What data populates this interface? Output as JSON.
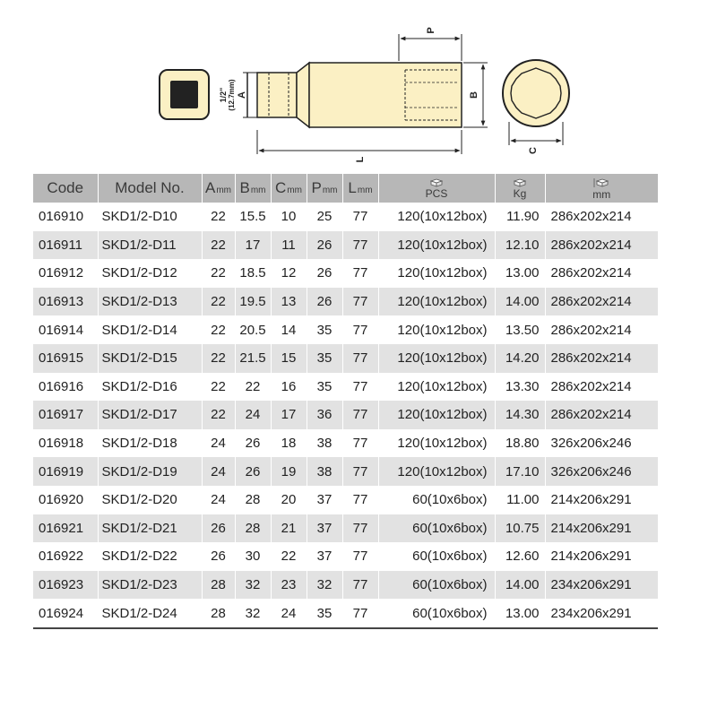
{
  "diagram": {
    "label_p": "P",
    "label_a": "A",
    "label_b": "B",
    "label_c": "C",
    "label_l": "L",
    "drive_size_top": "1/2\"",
    "drive_size_bottom": "(12.7mm)"
  },
  "table": {
    "headers": {
      "code": "Code",
      "model": "Model No.",
      "a": "A",
      "b": "B",
      "c": "C",
      "p": "P",
      "l": "L",
      "unit_mm": "mm",
      "pcs": "PCS",
      "kg": "Kg",
      "dim_mm": "mm"
    },
    "rows": [
      [
        "016910",
        "SKD1/2-D10",
        "22",
        "15.5",
        "10",
        "25",
        "77",
        "120(10x12box)",
        "11.90",
        "286x202x214"
      ],
      [
        "016911",
        "SKD1/2-D11",
        "22",
        "17",
        "11",
        "26",
        "77",
        "120(10x12box)",
        "12.10",
        "286x202x214"
      ],
      [
        "016912",
        "SKD1/2-D12",
        "22",
        "18.5",
        "12",
        "26",
        "77",
        "120(10x12box)",
        "13.00",
        "286x202x214"
      ],
      [
        "016913",
        "SKD1/2-D13",
        "22",
        "19.5",
        "13",
        "26",
        "77",
        "120(10x12box)",
        "14.00",
        "286x202x214"
      ],
      [
        "016914",
        "SKD1/2-D14",
        "22",
        "20.5",
        "14",
        "35",
        "77",
        "120(10x12box)",
        "13.50",
        "286x202x214"
      ],
      [
        "016915",
        "SKD1/2-D15",
        "22",
        "21.5",
        "15",
        "35",
        "77",
        "120(10x12box)",
        "14.20",
        "286x202x214"
      ],
      [
        "016916",
        "SKD1/2-D16",
        "22",
        "22",
        "16",
        "35",
        "77",
        "120(10x12box)",
        "13.30",
        "286x202x214"
      ],
      [
        "016917",
        "SKD1/2-D17",
        "22",
        "24",
        "17",
        "36",
        "77",
        "120(10x12box)",
        "14.30",
        "286x202x214"
      ],
      [
        "016918",
        "SKD1/2-D18",
        "24",
        "26",
        "18",
        "38",
        "77",
        "120(10x12box)",
        "18.80",
        "326x206x246"
      ],
      [
        "016919",
        "SKD1/2-D19",
        "24",
        "26",
        "19",
        "38",
        "77",
        "120(10x12box)",
        "17.10",
        "326x206x246"
      ],
      [
        "016920",
        "SKD1/2-D20",
        "24",
        "28",
        "20",
        "37",
        "77",
        "60(10x6box)",
        "11.00",
        "214x206x291"
      ],
      [
        "016921",
        "SKD1/2-D21",
        "26",
        "28",
        "21",
        "37",
        "77",
        "60(10x6box)",
        "10.75",
        "214x206x291"
      ],
      [
        "016922",
        "SKD1/2-D22",
        "26",
        "30",
        "22",
        "37",
        "77",
        "60(10x6box)",
        "12.60",
        "214x206x291"
      ],
      [
        "016923",
        "SKD1/2-D23",
        "28",
        "32",
        "23",
        "32",
        "77",
        "60(10x6box)",
        "14.00",
        "234x206x291"
      ],
      [
        "016924",
        "SKD1/2-D24",
        "28",
        "32",
        "24",
        "35",
        "77",
        "60(10x6box)",
        "13.00",
        "234x206x291"
      ]
    ]
  },
  "colors": {
    "header_bg": "#b7b7b7",
    "alt_row_bg": "#e2e2e2",
    "socket_fill": "#fbf0c4",
    "line": "#222222"
  }
}
